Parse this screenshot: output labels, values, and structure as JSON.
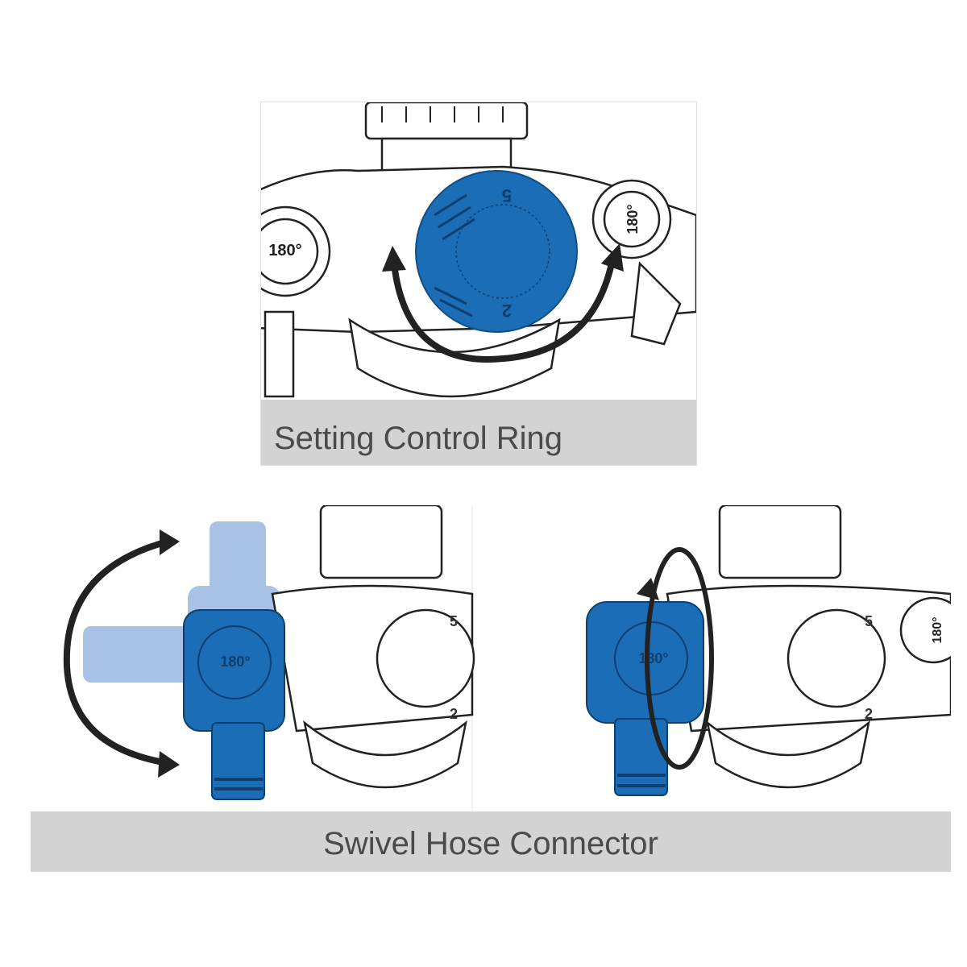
{
  "top": {
    "caption": "Setting Control Ring",
    "left_label": "180°",
    "right_label": "180°",
    "dial_marks": [
      "5",
      "2"
    ]
  },
  "bottom": {
    "caption": "Swivel Hose Connector",
    "left_label": "180°",
    "right_label": "180°",
    "right_side_label": "180°",
    "dial_marks": [
      "5",
      "2"
    ]
  },
  "colors": {
    "blue": "#1b6db5",
    "ghost_blue": "#a8c2e6",
    "caption_bg": "#d3d3d3",
    "caption_text": "#4a4a4a"
  }
}
